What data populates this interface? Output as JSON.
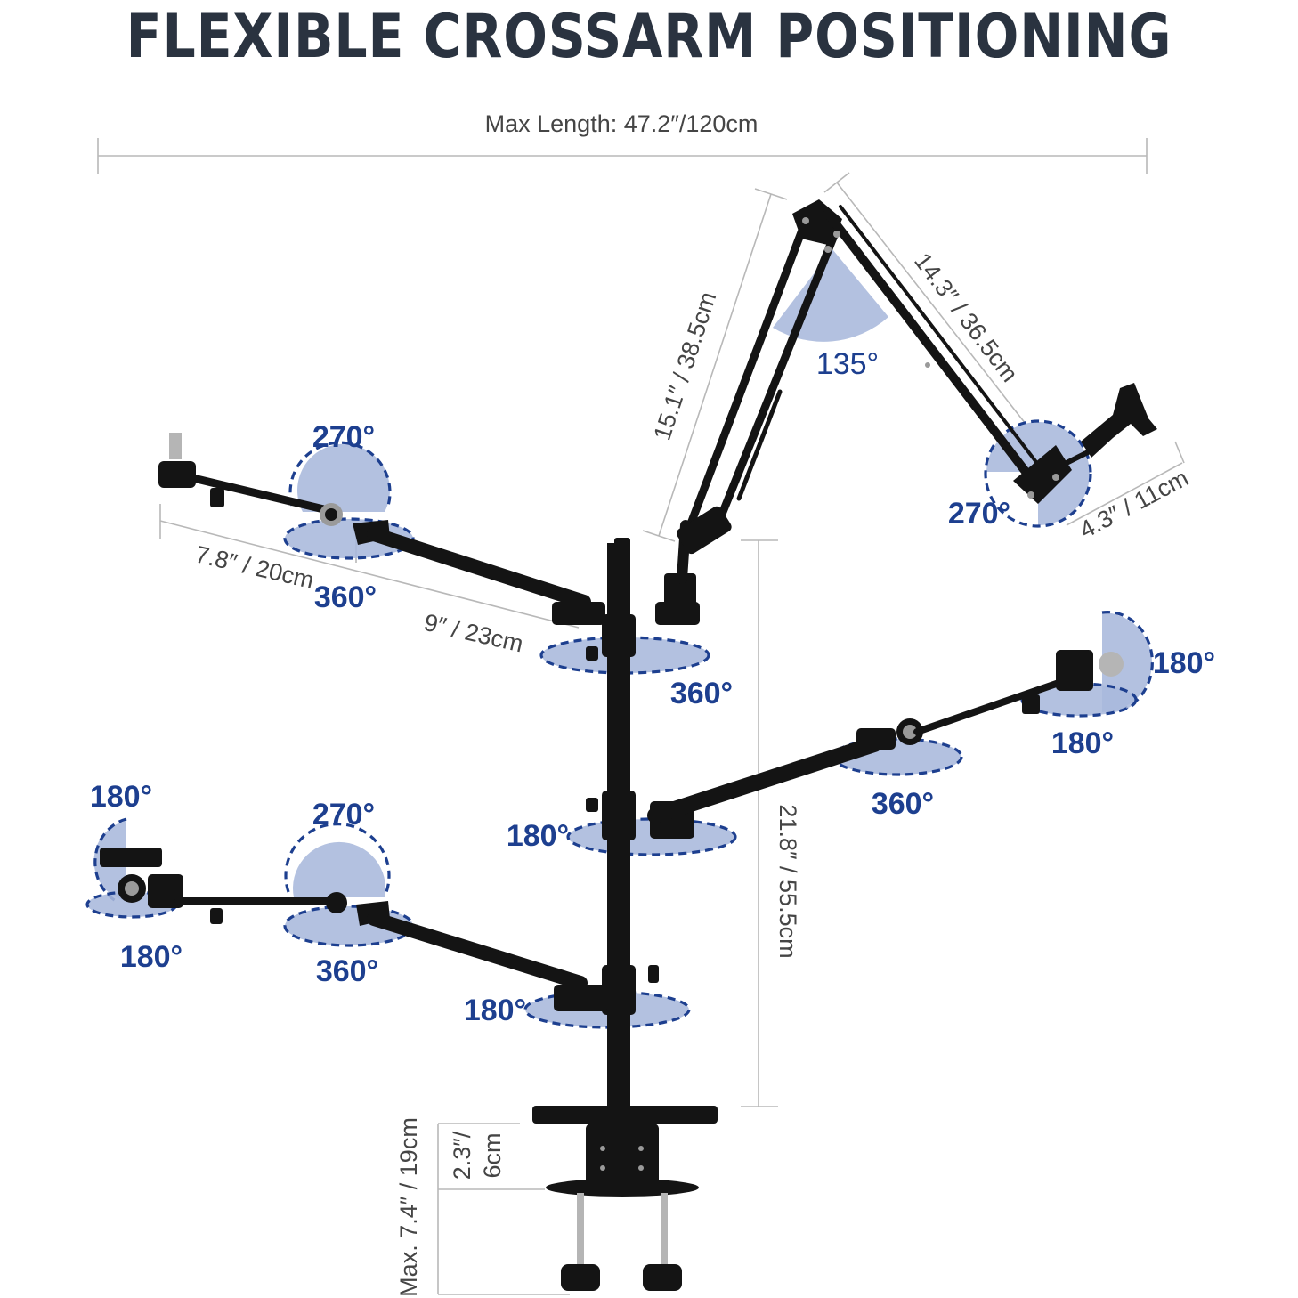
{
  "title": "FLEXIBLE CROSSARM POSITIONING",
  "colors": {
    "title": "#2a3340",
    "accent": "#1d3f8f",
    "rotation_fill": "#a8b8dc",
    "arm": "#141414",
    "dimension_line": "#b8b8b8"
  },
  "dimensions": {
    "max_length": "Max Length: 47.2″/120cm",
    "boom_lower": "15.1″ / 38.5cm",
    "boom_upper": "14.3″ / 36.5cm",
    "boom_tip": "4.3″ / 11cm",
    "arm_short": "7.8″ / 20cm",
    "arm_long": "9″ / 23cm",
    "pole_height": "21.8″ / 55.5cm",
    "clamp_depth_imperial": "2.3″/",
    "clamp_depth_metric": "6cm",
    "clamp_max": "Max. 7.4″ / 19cm"
  },
  "rotations": {
    "boom_elbow": "135°",
    "boom_mount": "270°",
    "top_left_tilt": "270°",
    "top_left_joint": "360°",
    "top_collar": "360°",
    "right_clamp_tilt": "180°",
    "right_clamp_pan": "180°",
    "right_joint": "360°",
    "mid_collar": "180°",
    "left_clamp_tilt": "180°",
    "left_clamp_pan": "180°",
    "bottom_left_tilt": "270°",
    "bottom_left_joint": "360°",
    "bottom_collar": "180°"
  }
}
